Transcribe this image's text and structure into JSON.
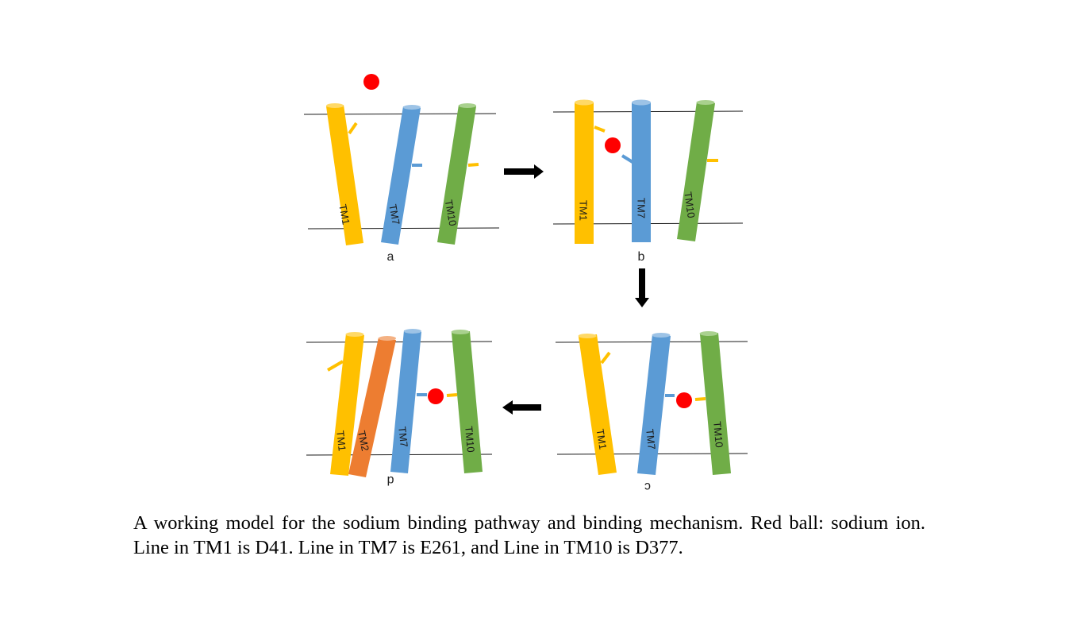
{
  "colors": {
    "tm1": "#FFC000",
    "tm2": "#ED7D31",
    "tm7": "#5B9BD5",
    "tm10": "#70AD47",
    "sodium": "#FF0000",
    "membrane": "#1a1a1a",
    "arrow": "#000000"
  },
  "helix_labels": {
    "tm1": "TM1",
    "tm2": "TM2",
    "tm7": "TM7",
    "tm10": "TM10"
  },
  "panels": {
    "a": {
      "letter": "a"
    },
    "b": {
      "letter": "b"
    },
    "c": {
      "letter": "c"
    },
    "d": {
      "letter": "d"
    }
  },
  "caption": "A working model for the sodium binding pathway and binding mechanism. Red ball: sodium ion. Line in TM1 is D41. Line in TM7 is E261, and Line in TM10 is D377."
}
